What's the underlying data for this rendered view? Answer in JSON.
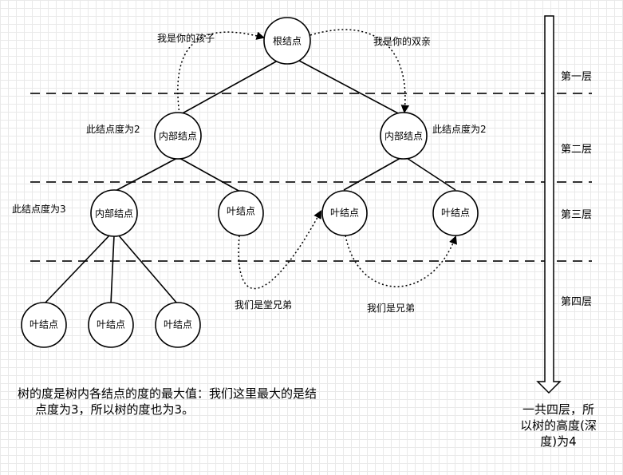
{
  "nodes": {
    "root": "根结点",
    "internal_l2_left": "内部结点",
    "internal_l2_right": "内部结点",
    "internal_l3": "内部结点",
    "leaf_l3_a": "叶结点",
    "leaf_l3_b": "叶结点",
    "leaf_l3_c": "叶结点",
    "leaf_l4_a": "叶结点",
    "leaf_l4_b": "叶结点",
    "leaf_l4_c": "叶结点"
  },
  "annotations": {
    "child": "我是你的孩子",
    "parent": "我是你的双亲",
    "degree_left": "此结点度为2",
    "degree_right": "此结点度为2",
    "degree_three": "此结点度为3",
    "cousins": "我们是堂兄弟",
    "siblings": "我们是兄弟"
  },
  "layers": [
    "第一层",
    "第二层",
    "第三层",
    "第四层"
  ],
  "notes": {
    "degree_line1": "树的度是树内各结点的度的最大值：我们这里最大的是结",
    "degree_line2": "点度为3，所以树的度也为3。",
    "height_line1": "一共四层，所",
    "height_line2": "以树的高度(深",
    "height_line3": "度)为4"
  }
}
